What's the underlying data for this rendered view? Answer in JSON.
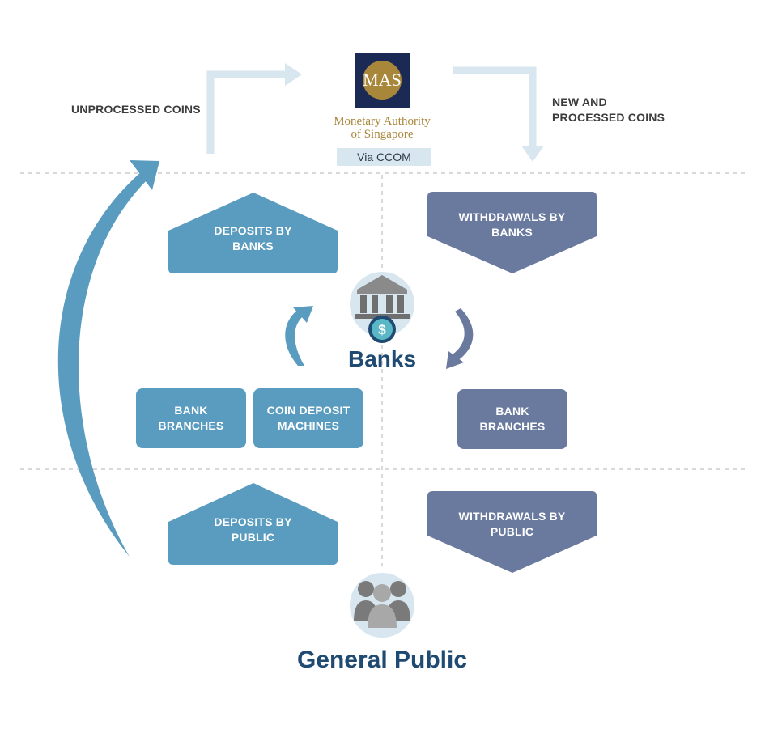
{
  "colors": {
    "deposit_blue": "#5a9cbf",
    "withdraw_slate": "#6a7a9e",
    "light_arrow": "#d7e6ef",
    "title_navy": "#1f4a72",
    "mas_navy": "#1b2a55",
    "mas_gold": "#a8863a",
    "divider": "#cccccc"
  },
  "mas": {
    "logo_text": "MAS",
    "name_line": "Monetary Authority\nof Singapore",
    "via_label": "Via CCOM"
  },
  "flows": {
    "unprocessed": "UNPROCESSED COINS",
    "new_processed": "NEW AND\nPROCESSED COINS"
  },
  "banks_tier": {
    "deposits": "DEPOSITS BY\nBANKS",
    "withdrawals": "WITHDRAWALS BY\nBANKS",
    "icon": "bank-building-dollar-icon",
    "title": "Banks"
  },
  "branches": {
    "left_branches": "BANK\nBRANCHES",
    "coin_machines": "COIN DEPOSIT\nMACHINES",
    "right_branches": "BANK\nBRANCHES"
  },
  "public_tier": {
    "deposits": "DEPOSITS BY\nPUBLIC",
    "withdrawals": "WITHDRAWALS BY\nPUBLIC",
    "icon": "people-group-icon",
    "title": "General Public"
  }
}
